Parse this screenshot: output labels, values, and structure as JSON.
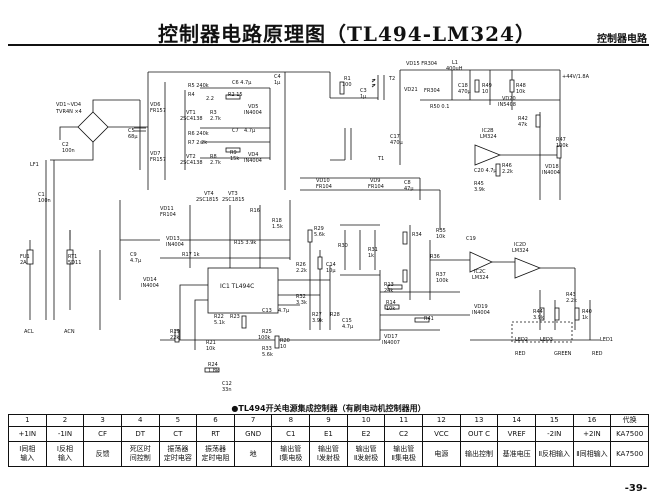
{
  "header": {
    "title": "控制器电路原理图（TL494-LM324）",
    "section": "控制器电路"
  },
  "labels": {
    "vd1": "VD1~VD4",
    "tvr": "TVR4N ×4",
    "c2": "C2",
    "c2v": "100n",
    "lf1": "LF1",
    "c1": "C1",
    "c1v": "100n",
    "c5": "C5",
    "c5v": "68μ",
    "fu1": "FU1",
    "fu1v": "2A",
    "rt1": "RT1",
    "rt1v": "5D11",
    "acl": "ACL",
    "acn": "ACN",
    "vd6": "VD6",
    "vd6v": "FR157",
    "vd7": "VD7",
    "vd7v": "FR157",
    "r5": "R5 240k",
    "r4": "R4",
    "r4v": "2.2",
    "r3": "R3",
    "r3v": "2.7k",
    "vt1": "VT1",
    "vt1v": "2SC4138",
    "c6": "C6 4.7μ",
    "r2": "R2 15",
    "vd5": "VD5",
    "vd5v": "IN4004",
    "r6": "R6 240k",
    "r7": "R7 2.2k",
    "r8": "R8",
    "r8v": "2.7k",
    "vt2": "VT2",
    "vt2v": "2SC4138",
    "c7": "C7",
    "c7v": "4.7μ",
    "r9": "R9",
    "r9v": "15k",
    "vd4": "VD4",
    "vd4v": "IN4004",
    "c4": "C4",
    "c4v": "1μ",
    "r1": "R1",
    "r1v": "100",
    "c3": "C3",
    "c3v": "1μ",
    "vd15": "VD15 FR304",
    "l1": "L1",
    "l1v": "400uH",
    "t2": "T2",
    "t1": "T1",
    "vd21": "VD21",
    "vd21v": "FR304",
    "c18": "C18",
    "c18v": "470μ",
    "r49": "R49",
    "r49v": "10",
    "r48": "R48",
    "r48v": "10k",
    "vd20": "VD20",
    "vd20v": "IN5408",
    "out": "+44V/1.8A",
    "r50": "R50 0.1",
    "c17": "C17",
    "c17v": "470μ",
    "r42": "R42",
    "r42v": "47k",
    "ic2b": "IC2B",
    "ic2bv": "LM324",
    "r47": "R47",
    "r47v": "100k",
    "r46": "R46",
    "r46v": "2.2k",
    "c20": "C20 4.7μ",
    "vd18": "VD18",
    "vd18v": "IN4004",
    "r45": "R45",
    "r45v": "3.9k",
    "vd10": "VD10",
    "vd10v": "FR104",
    "vd9": "VD9",
    "vd9v": "FR104",
    "c8": "C8",
    "c8v": "47μ",
    "vt4": "VT4",
    "vt4v": "2SC1815",
    "vt3": "VT3",
    "vt3v": "2SC1815",
    "vd11": "VD11",
    "vd11v": "FR104",
    "r16": "R16",
    "r18": "R18",
    "r18v": "1.5k",
    "vd13": "VD13",
    "vd13v": "IN4004",
    "c9": "C9",
    "c9v": "4.7μ",
    "r15": "R15 3.9k",
    "r17": "R17 1k",
    "vd14": "VD14",
    "vd14v": "IN4004",
    "ic1": "IC1  TL494C",
    "r29": "R29",
    "r29v": "5.6k",
    "r26": "R26",
    "r26v": "2.2k",
    "c14": "C14",
    "c14v": "10μ",
    "r30": "R30",
    "r31": "R31",
    "r31v": "1k",
    "r32": "R32",
    "r32v": "3.3k",
    "r27": "R27",
    "r27v": "3.9k",
    "r28": "R28",
    "c15": "C15",
    "c15v": "4.7μ",
    "r19": "R19",
    "r19v": "22k",
    "r21": "R21",
    "r21v": "10k",
    "r22": "R22",
    "r22v": "5.1k",
    "r23": "R23",
    "r24": "R24",
    "r24v": "1.8k",
    "c12": "C12",
    "c12v": "33n",
    "r25": "R25",
    "r25v": "100k",
    "r20": "R20",
    "r20v": "10",
    "c13": "C13",
    "c13v": "4.7μ",
    "r33": "R33",
    "r33v": "5.6k",
    "r34": "R34",
    "r35": "R35",
    "r35v": "10k",
    "r36": "R36",
    "r37": "R37",
    "r37v": "100k",
    "c19": "C19",
    "ic2c": "IC2C",
    "ic2cv": "LM324",
    "ic2d": "IC2D",
    "ic2dv": "LM324",
    "r13": "R13",
    "r13v": "24k",
    "r14": "R14",
    "r14v": "10k",
    "r41": "R41",
    "vd19": "VD19",
    "vd19v": "IN4004",
    "vd17": "VD17",
    "vd17v": "IN4007",
    "r44": "R44",
    "r44v": "3.9k",
    "r43": "R43",
    "r43v": "2.2k",
    "r40": "R40",
    "r40v": "1k",
    "led2": "LED2",
    "led3": "LED3",
    "led1": "LED1",
    "red": "RED",
    "green": "GREEN",
    "red2": "RED"
  },
  "pin_table": {
    "title": "●TL494开关电源集成控制器（有刷电动机控制器用）",
    "numbers": [
      "1",
      "2",
      "3",
      "4",
      "5",
      "6",
      "7",
      "8",
      "9",
      "10",
      "11",
      "12",
      "13",
      "14",
      "15",
      "16",
      "代换"
    ],
    "symbols": [
      "+1IN",
      "-1IN",
      "CF",
      "DT",
      "CT",
      "RT",
      "GND",
      "C1",
      "E1",
      "E2",
      "C2",
      "VCC",
      "OUT C",
      "VREF",
      "-2IN",
      "+2IN",
      "KA7500"
    ],
    "descriptions": [
      [
        "Ⅰ同相",
        "输入"
      ],
      [
        "Ⅰ反相",
        "输入"
      ],
      [
        "反馈",
        ""
      ],
      [
        "死区时",
        "间控制"
      ],
      [
        "振荡器",
        "定时电容"
      ],
      [
        "振荡器",
        "定时电阻"
      ],
      [
        "地",
        ""
      ],
      [
        "输出管",
        "Ⅰ集电极"
      ],
      [
        "输出管",
        "Ⅰ发射极"
      ],
      [
        "输出管",
        "Ⅱ发射极"
      ],
      [
        "输出管",
        "Ⅱ集电极"
      ],
      [
        "电源",
        ""
      ],
      [
        "输出控制",
        ""
      ],
      [
        "基准电压",
        ""
      ],
      [
        "Ⅱ反相输入",
        ""
      ],
      [
        "Ⅱ同相输入",
        ""
      ],
      [
        "KA7500",
        ""
      ]
    ]
  },
  "footer": {
    "page": "-39-"
  }
}
